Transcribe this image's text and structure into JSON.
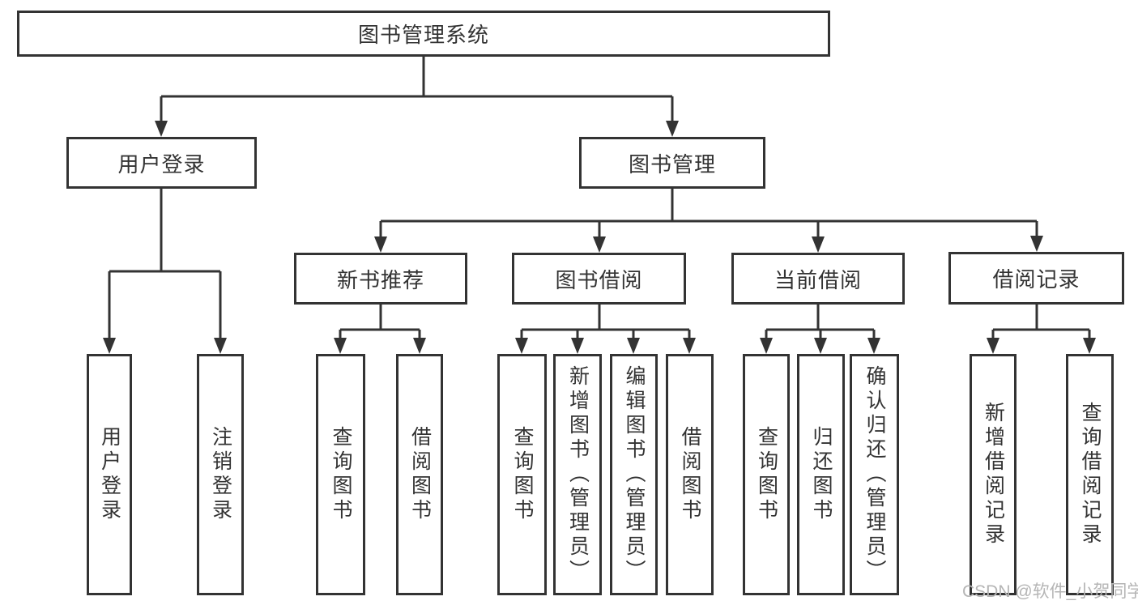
{
  "tree": {
    "label": "图书管理系统",
    "children": [
      {
        "label": "用户登录",
        "children": [
          {
            "label": "用户登录"
          },
          {
            "label": "注销登录"
          }
        ]
      },
      {
        "label": "图书管理",
        "children": [
          {
            "label": "新书推荐",
            "children": [
              {
                "label": "查询图书"
              },
              {
                "label": "借阅图书"
              }
            ]
          },
          {
            "label": "图书借阅",
            "children": [
              {
                "label": "查询图书"
              },
              {
                "label": "新增图书（管理员）"
              },
              {
                "label": "编辑图书（管理员）"
              },
              {
                "label": "借阅图书"
              }
            ]
          },
          {
            "label": "当前借阅",
            "children": [
              {
                "label": "查询图书"
              },
              {
                "label": "归还图书"
              },
              {
                "label": "确认归还（管理员）"
              }
            ]
          },
          {
            "label": "借阅记录",
            "children": [
              {
                "label": "新增借阅记录"
              },
              {
                "label": "查询借阅记录"
              }
            ]
          }
        ]
      }
    ]
  },
  "watermark": {
    "text": "CSDN @软件_小贺同学"
  },
  "colors": {
    "line": "#333333",
    "box_border": "#333333",
    "text": "#333333",
    "watermark": "#b5b5b5",
    "background": "#ffffff"
  }
}
